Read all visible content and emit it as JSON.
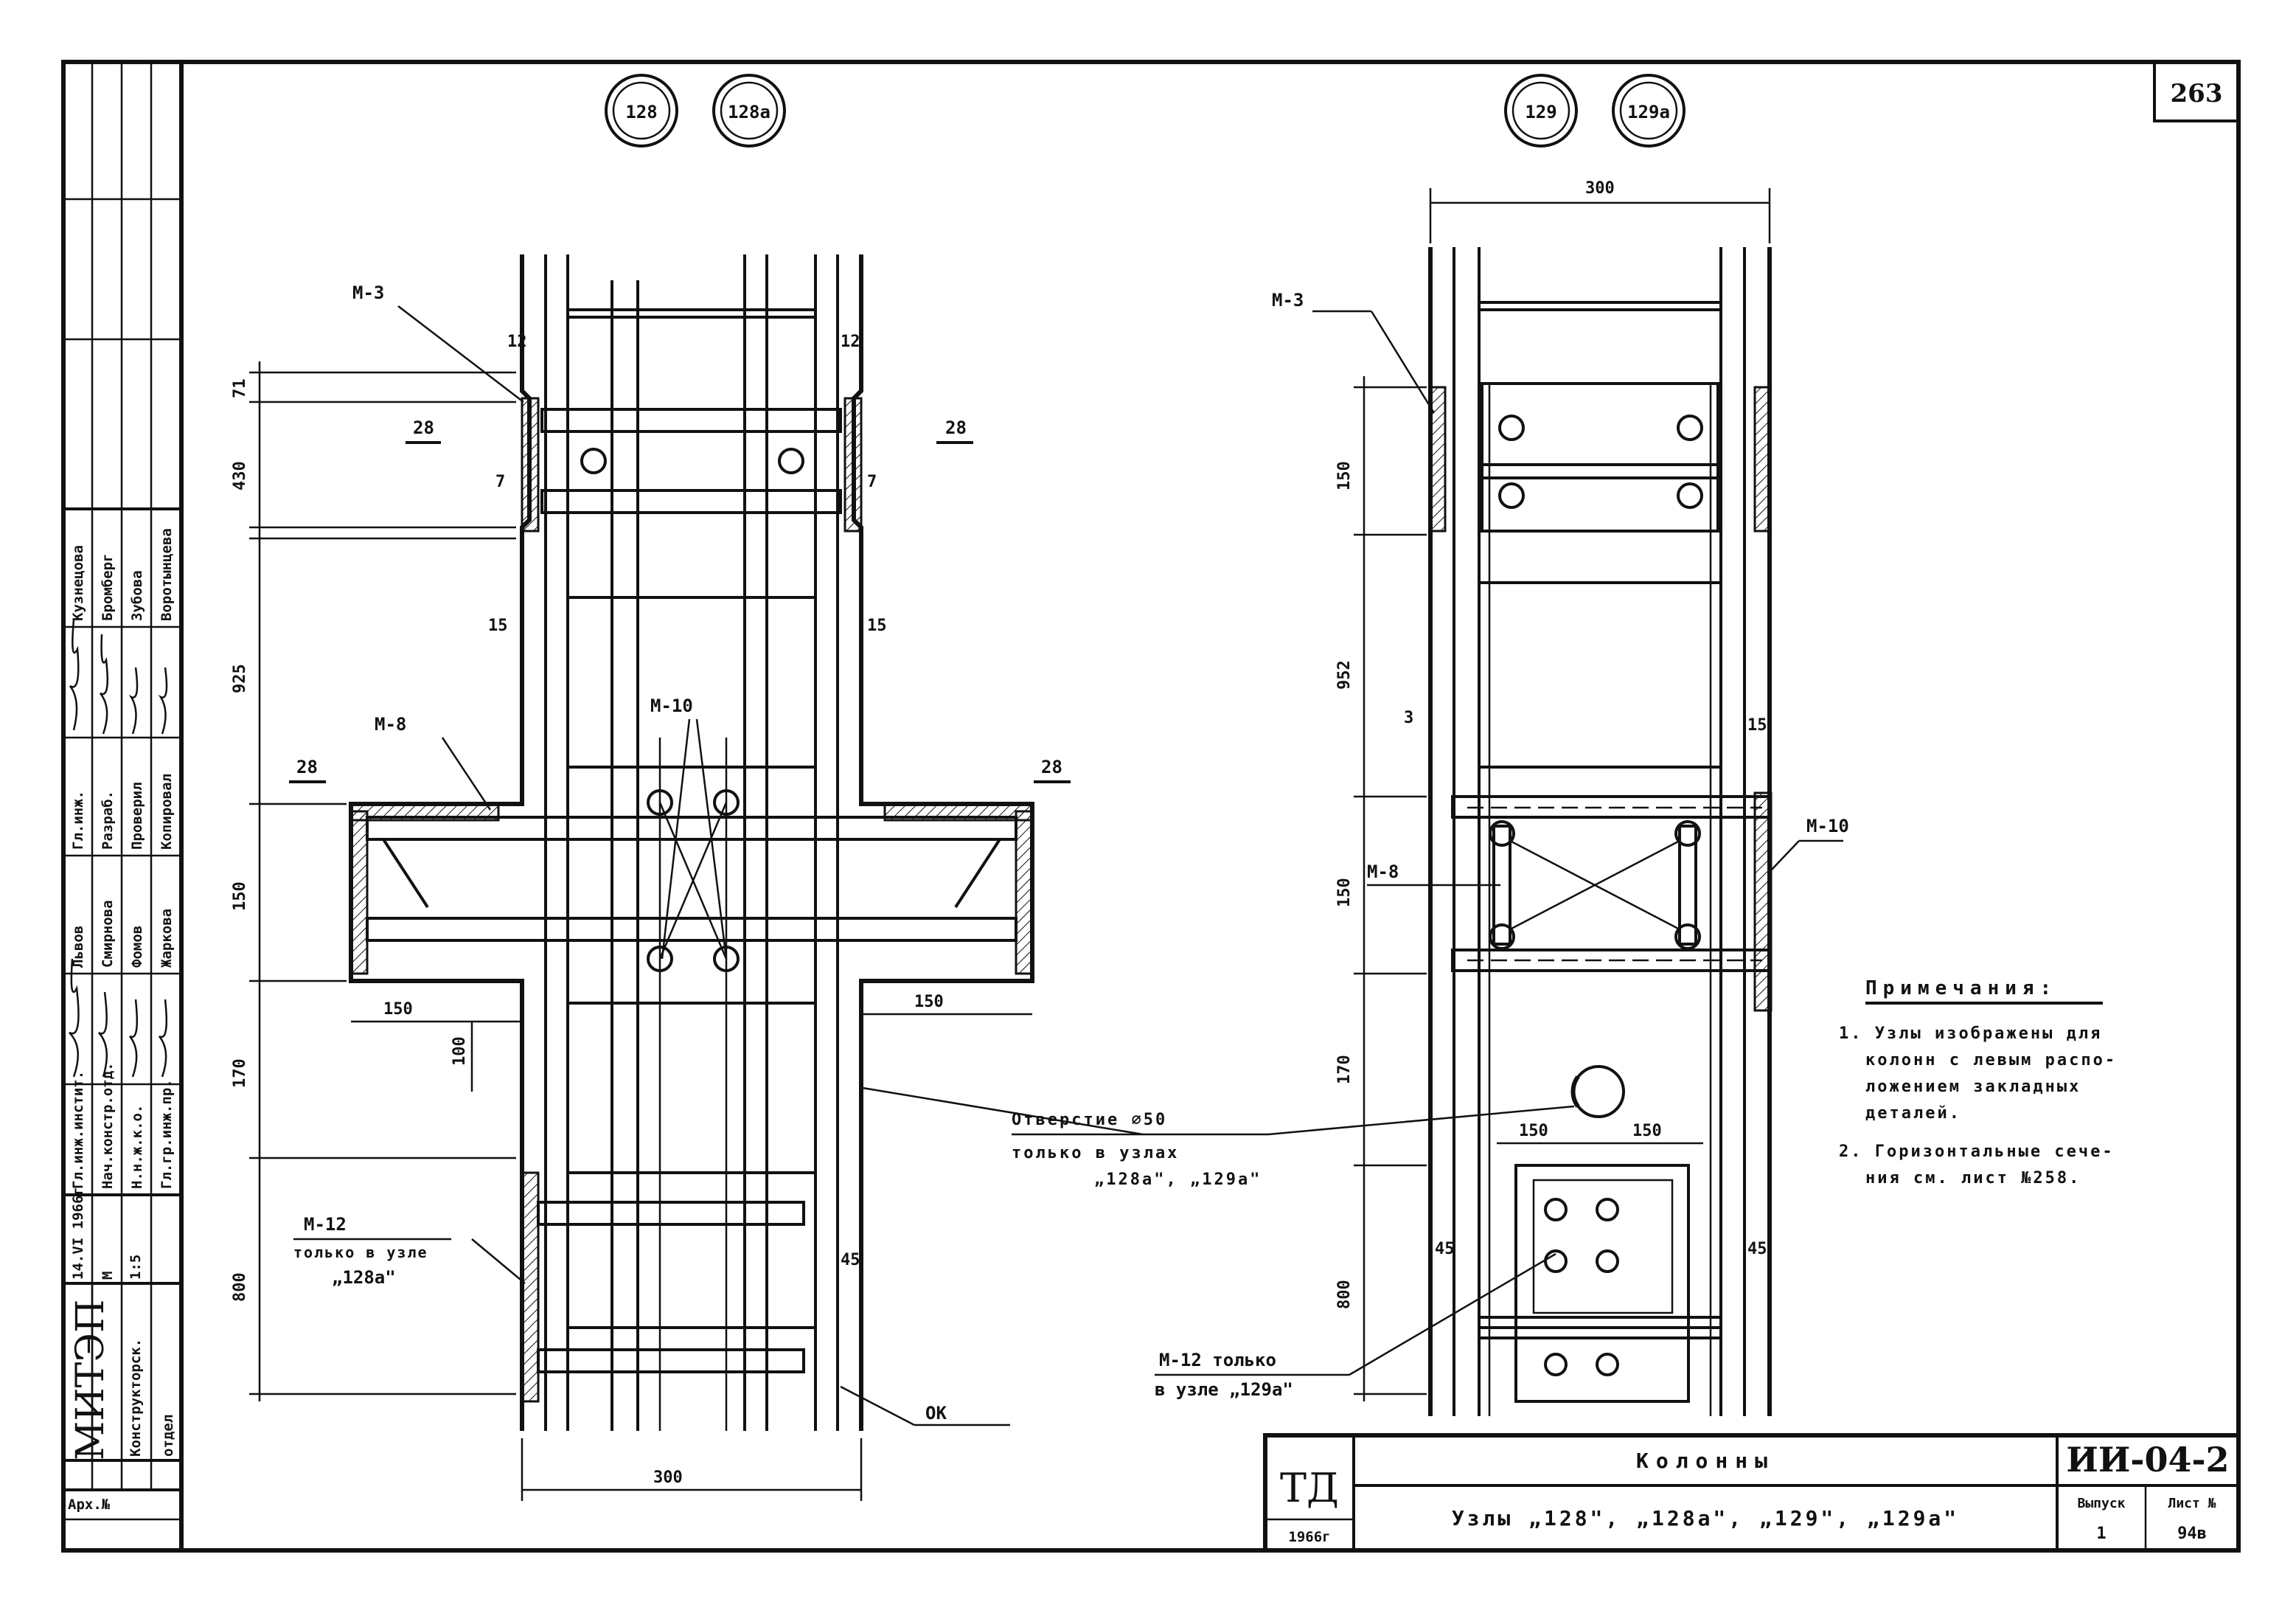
{
  "sheet_number": "263",
  "title_block": {
    "org_mark": "ТД",
    "year": "1966г",
    "title": "Колонны",
    "subtitle": "Узлы „128\", „128а\", „129\", „129а\"",
    "doc_code": "ИИ-04-2",
    "issue_label": "Выпуск",
    "issue_value": "1",
    "sheet_label": "Лист №",
    "sheet_value": "94в"
  },
  "side_stamp": {
    "org": "МИТЭП",
    "dept_line1": "Конструкторск.",
    "dept_line2": "отдел",
    "arch_label": "Арх.№",
    "date": "14.VI 1966г",
    "scale_label": "М",
    "scale_value": "1:5",
    "roles": [
      "Гл.инж.инстит.",
      "Нач.констр.отд.",
      "Н.н.ж.к.о.",
      "Гл.гр.инж.пр."
    ],
    "roles2": [
      "Гл.инж.",
      "Разраб.",
      "Проверил",
      "Копировал"
    ],
    "names": [
      "Кузнецова",
      "Бромберг",
      "Зубова",
      "Воротынцева"
    ],
    "names2": [
      "Львов",
      "Смирнова",
      "Фомов",
      "Жаркова"
    ]
  },
  "view_left": {
    "nodes": [
      "128",
      "128а"
    ],
    "labels": {
      "m3": "М-3",
      "m8": "М-8",
      "m10": "М-10",
      "m12_line1": "М-12",
      "m12_line2": "только в узле",
      "m12_line3": "„128а\"",
      "ok": "ОК",
      "sec_28a": "28",
      "sec_28b": "28",
      "sec_28c": "28",
      "sec_28d": "28"
    },
    "dims": {
      "d71": "71",
      "d430": "430",
      "d7a": "7",
      "d7b": "7",
      "d12a": "12",
      "d12b": "12",
      "d15a": "15",
      "d15b": "15",
      "d925": "925",
      "d150v": "150",
      "d150l": "150",
      "d150r": "150",
      "d100": "100",
      "d170": "170",
      "d45": "45",
      "d800": "800",
      "d300": "300"
    }
  },
  "view_right": {
    "nodes": [
      "129",
      "129а"
    ],
    "labels": {
      "m3": "М-3",
      "m8": "М-8",
      "m10": "М-10",
      "m12_line1": "М-12 только",
      "m12_line2": "в узле „129а\""
    },
    "dims": {
      "d300": "300",
      "d150v": "150",
      "d952": "952",
      "d3": "3",
      "d15": "15",
      "d150b": "150",
      "d170": "170",
      "d150l": "150",
      "d150r": "150",
      "d45a": "45",
      "d45b": "45",
      "d800": "800"
    }
  },
  "hole_note": {
    "line1": "Отверстие ∅50",
    "line2": "только в узлах",
    "line3": "„128а\", „129а\""
  },
  "notes": {
    "heading": "Примечания:",
    "items": [
      "1. Узлы изображены для",
      "колонн с левым распо-",
      "ложением закладных",
      "деталей.",
      "2. Горизонтальные сече-",
      "ния см. лист №258."
    ]
  }
}
